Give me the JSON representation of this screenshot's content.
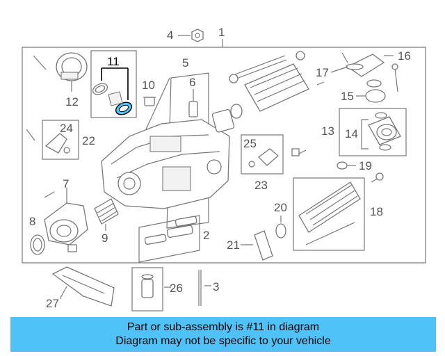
{
  "diagram": {
    "callouts": [
      "1",
      "2",
      "3",
      "4",
      "5",
      "6",
      "7",
      "8",
      "9",
      "10",
      "11",
      "12",
      "13",
      "14",
      "15",
      "16",
      "17",
      "18",
      "19",
      "20",
      "21",
      "22",
      "23",
      "24",
      "25",
      "26",
      "27"
    ],
    "highlighted_callout": "11",
    "colors": {
      "highlight": "#4fc3f7",
      "line": "#777777",
      "text": "#555555"
    }
  },
  "banner": {
    "line1": "Part or sub-assembly is #11 in diagram",
    "line2": "Diagram may not be specific to your vehicle",
    "color": "#4fc3f7"
  }
}
